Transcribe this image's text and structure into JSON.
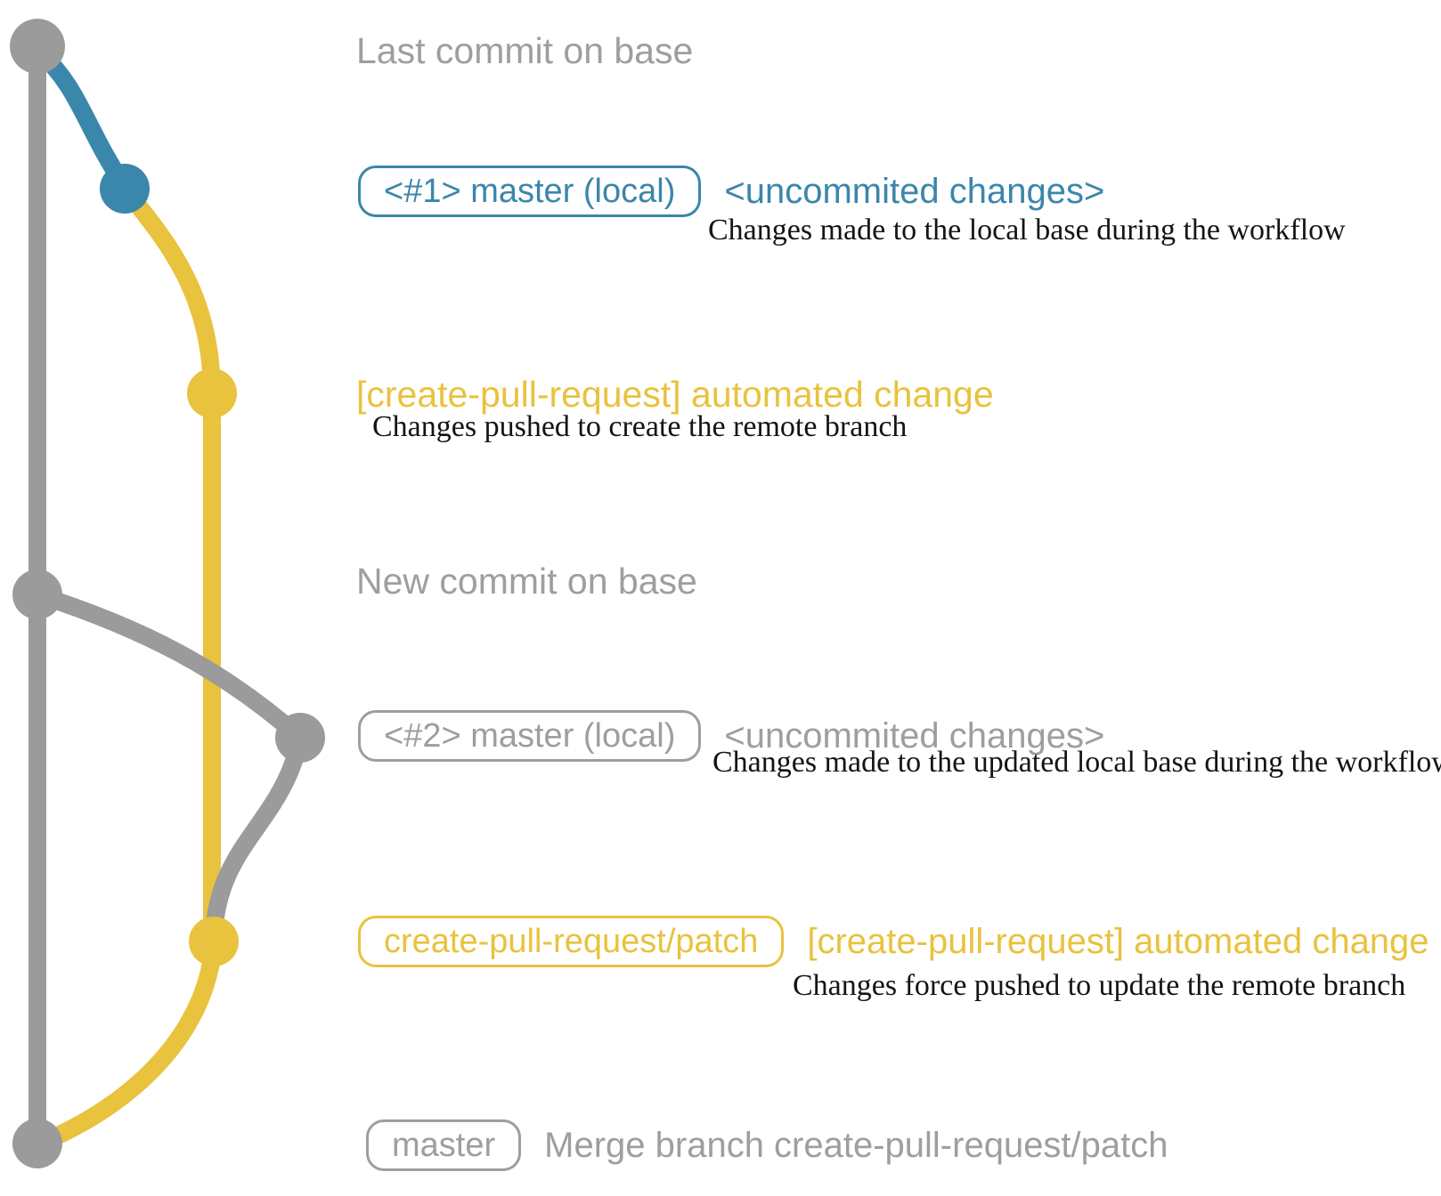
{
  "colors": {
    "gray_branch": "#9b9b9b",
    "blue_branch": "#3b86ab",
    "yellow_branch": "#e9c23e",
    "heading_gray": "#9e9e9e",
    "note_black": "#141414"
  },
  "graph": {
    "branches": [
      "base",
      "master-local",
      "create-pull-request-patch"
    ],
    "node_colors": [
      "gray",
      "blue",
      "yellow",
      "gray",
      "gray",
      "yellow",
      "gray"
    ]
  },
  "commits": [
    {
      "message": "Last commit on base"
    },
    {
      "tag": "<#1> master (local)",
      "message": "<uncommited changes>",
      "note": "Changes made to the local base during the workflow"
    },
    {
      "message": "[create-pull-request] automated change",
      "note": "Changes pushed to create the remote branch"
    },
    {
      "message": "New commit on base"
    },
    {
      "tag": "<#2> master (local)",
      "message": "<uncommited changes>",
      "note": "Changes made to the updated local base during the workflow"
    },
    {
      "tag": "create-pull-request/patch",
      "message": "[create-pull-request] automated change",
      "note": "Changes force pushed to update the remote branch"
    },
    {
      "tag": "master",
      "message": "Merge branch create-pull-request/patch"
    }
  ]
}
